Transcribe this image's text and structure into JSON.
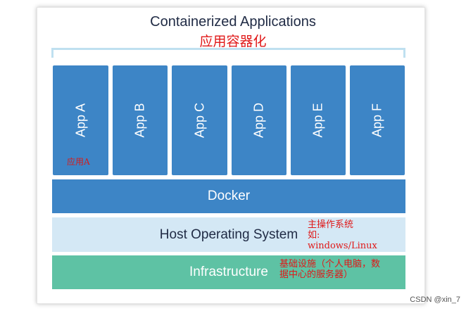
{
  "title": "Containerized Applications",
  "title_cn": "应用容器化",
  "apps": [
    "App A",
    "App B",
    "App C",
    "App D",
    "App E",
    "App F"
  ],
  "app_note": "应用A",
  "layers": {
    "docker": "Docker",
    "host": "Host Operating System",
    "infrastructure": "Infrastructure"
  },
  "notes": {
    "host_line1": "主操作系统",
    "host_line2": "如:",
    "host_line3": "windows/Linux",
    "infra_line1": "基础设施（个人电脑，数",
    "infra_line2": "据中心的服务器）"
  },
  "watermark": "CSDN @xin_7",
  "colors": {
    "app_blue": "#3d85c6",
    "host_light_blue": "#d4e8f5",
    "infra_green": "#5ec2a4",
    "annotation_red": "#e01818"
  }
}
